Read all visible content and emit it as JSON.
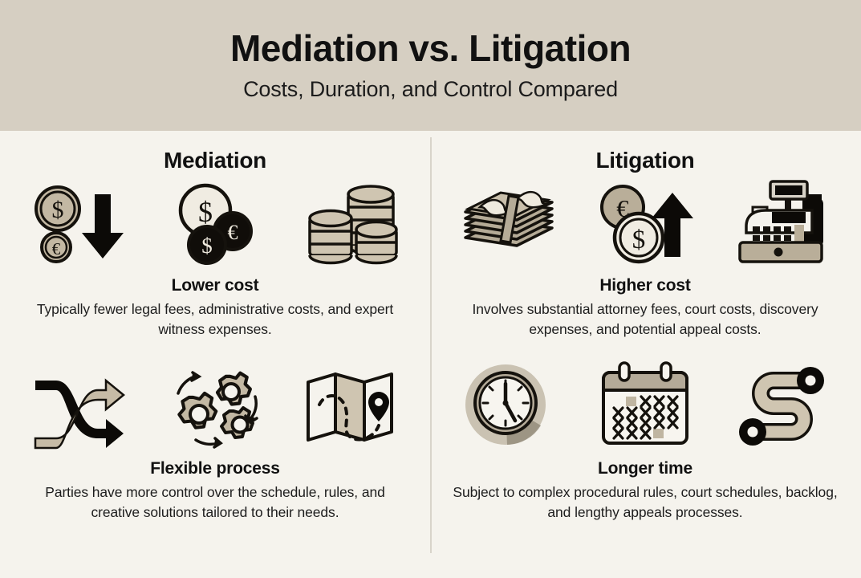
{
  "header": {
    "title": "Mediation vs. Litigation",
    "subtitle": "Costs, Duration, and Control Compared",
    "background_color": "#d6cfc2"
  },
  "theme": {
    "page_background": "#f5f3ed",
    "ink": "#111111",
    "tan": "#b9ad99",
    "tan_light": "#cfc6b4",
    "cream": "#efeade",
    "divider": "#d8d4ca"
  },
  "columns": [
    {
      "id": "mediation",
      "heading": "Mediation",
      "blocks": [
        {
          "id": "lower-cost",
          "title": "Lower cost",
          "description": "Typically fewer legal fees, administrative costs, and expert witness expenses.",
          "icons": [
            {
              "name": "coins-down-arrow-icon",
              "label": "Dollar and euro coins with downward arrow"
            },
            {
              "name": "three-coins-icon",
              "label": "Three overlapping currency coins"
            },
            {
              "name": "coin-stacks-icon",
              "label": "Stacks of coins"
            }
          ]
        },
        {
          "id": "flexible-process",
          "title": "Flexible process",
          "description": "Parties have more control over the schedule, rules, and creative solutions tailored to their needs.",
          "icons": [
            {
              "name": "shuffle-arrows-icon",
              "label": "Two crossing arrows"
            },
            {
              "name": "gears-icon",
              "label": "Three gears with rotation arrows"
            },
            {
              "name": "folded-map-icon",
              "label": "Folded map with dashed route and pin"
            }
          ]
        }
      ]
    },
    {
      "id": "litigation",
      "heading": "Litigation",
      "blocks": [
        {
          "id": "higher-cost",
          "title": "Higher cost",
          "description": "Involves substantial attorney fees, court costs, discovery expenses, and potential appeal costs.",
          "icons": [
            {
              "name": "cash-stack-icon",
              "label": "Banded stack of banknotes"
            },
            {
              "name": "coins-up-arrow-icon",
              "label": "Euro and dollar coins with upward arrow"
            },
            {
              "name": "cash-register-icon",
              "label": "Cash register"
            }
          ]
        },
        {
          "id": "longer-time",
          "title": "Longer time",
          "description": "Subject to complex procedural rules, court schedules, backlog, and lengthy appeals processes.",
          "icons": [
            {
              "name": "clock-icon",
              "label": "Wall clock showing five o'clock"
            },
            {
              "name": "calendar-crossed-days-icon",
              "label": "Calendar with crossed-off days"
            },
            {
              "name": "winding-road-icon",
              "label": "S-shaped winding path with endpoints"
            }
          ]
        }
      ]
    }
  ]
}
